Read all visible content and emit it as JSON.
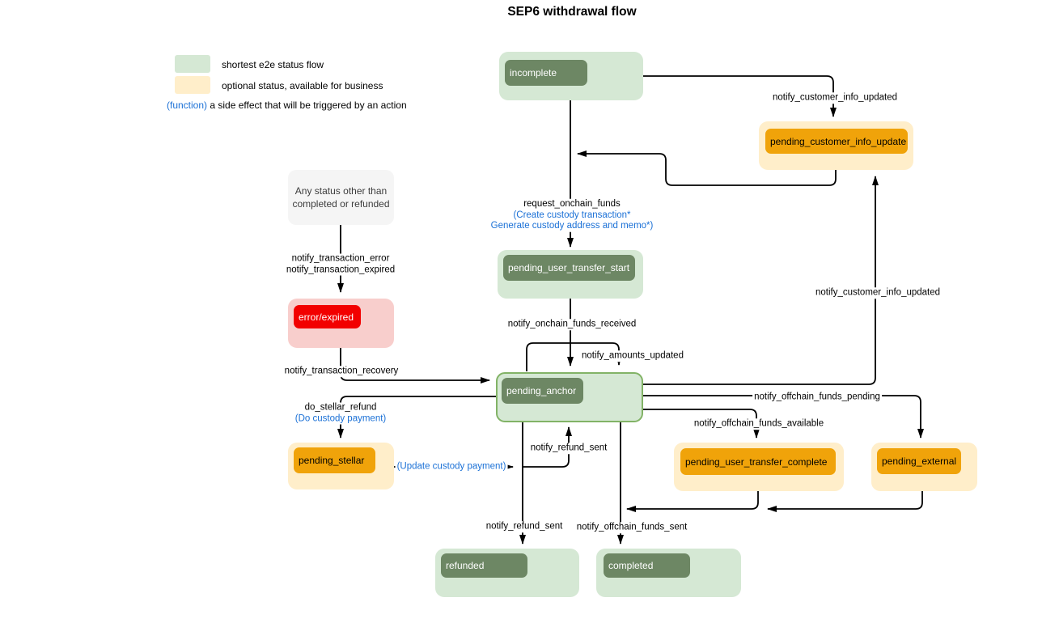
{
  "title": "SEP6 withdrawal flow",
  "legend": {
    "shortest": "shortest e2e status flow",
    "optional": "optional status, available for business",
    "function_token": "(function)",
    "function_desc": "a side effect that will be triggered by an action"
  },
  "colors": {
    "green_bg": "#d5e8d4",
    "green_border": "#82b366",
    "green_inner": "#6d8764",
    "yellow_bg": "#ffeeca",
    "orange_inner": "#f0a30a",
    "pink_bg": "#f8cecc",
    "red_inner": "#f20000",
    "gray_bg": "#f5f5f5",
    "blue_text": "#1a70d6",
    "edge_color": "#000000"
  },
  "nodes": {
    "incomplete": {
      "label": "incomplete"
    },
    "pending_customer_info_update": {
      "label": "pending_customer_info_update"
    },
    "any_status": {
      "line1": "Any status other than",
      "line2": "completed or refunded"
    },
    "pending_user_transfer_start": {
      "label": "pending_user_transfer_start"
    },
    "error_expired": {
      "label": "error/expired"
    },
    "pending_anchor": {
      "label": "pending_anchor"
    },
    "pending_stellar": {
      "label": "pending_stellar"
    },
    "pending_user_transfer_complete": {
      "label": "pending_user_transfer_complete"
    },
    "pending_external": {
      "label": "pending_external"
    },
    "refunded": {
      "label": "refunded"
    },
    "completed": {
      "label": "completed"
    }
  },
  "edge_labels": {
    "notify_customer_info_updated_top": "notify_customer_info_updated",
    "request_onchain_funds": "request_onchain_funds",
    "create_custody_transaction": "(Create custody transaction*",
    "generate_custody_address": "Generate custody address and memo*)",
    "notify_onchain_funds_received": "notify_onchain_funds_received",
    "notify_amounts_updated": "notify_amounts_updated",
    "notify_transaction_error": "notify_transaction_error",
    "notify_transaction_expired": "notify_transaction_expired",
    "notify_transaction_recovery": "notify_transaction_recovery",
    "do_stellar_refund": "do_stellar_refund",
    "do_custody_payment": "(Do custody payment)",
    "update_custody_payment": "(Update custody payment)",
    "notify_refund_sent_to_anchor": "notify_refund_sent",
    "notify_refund_sent_to_refunded": "notify_refund_sent",
    "notify_offchain_funds_sent": "notify_offchain_funds_sent",
    "notify_customer_info_updated_right": "notify_customer_info_updated",
    "notify_offchain_funds_pending": "notify_offchain_funds_pending",
    "notify_offchain_funds_available": "notify_offchain_funds_available"
  }
}
